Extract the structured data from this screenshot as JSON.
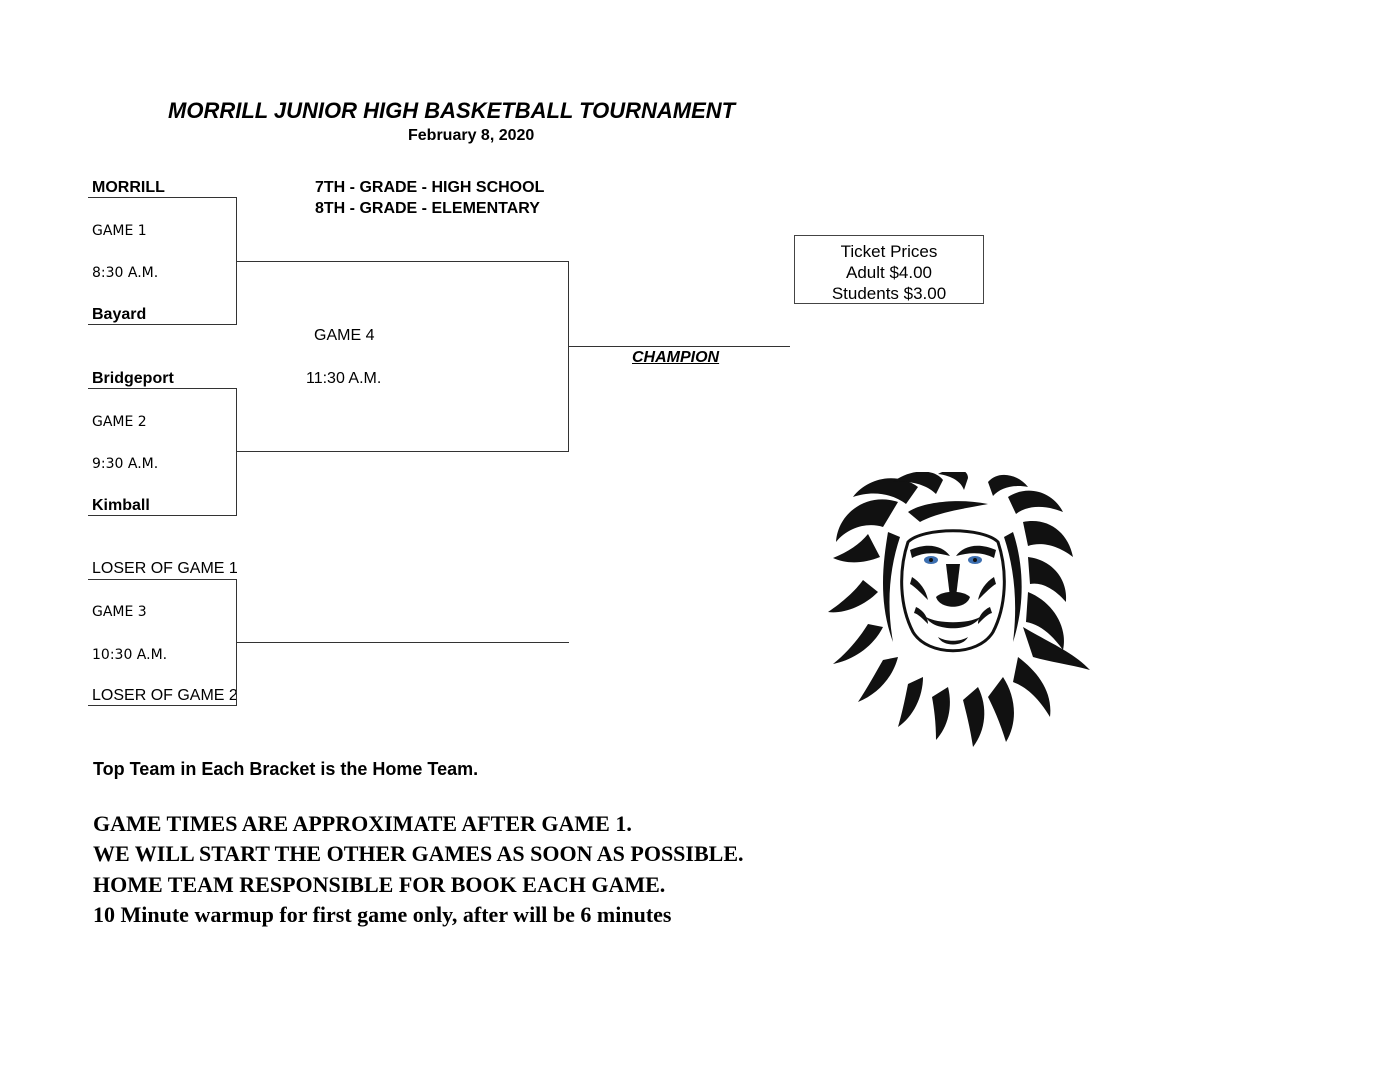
{
  "header": {
    "title": "MORRILL JUNIOR HIGH  BASKETBALL TOURNAMENT",
    "date": "February 8, 2020"
  },
  "legend": {
    "line1": "7TH - GRADE - HIGH SCHOOL",
    "line2": "8TH - GRADE - ELEMENTARY"
  },
  "bracket": {
    "game1": {
      "top_team": "MORRILL",
      "label": "GAME 1",
      "time": "8:30 A.M.",
      "bottom_team": "Bayard"
    },
    "game2": {
      "top_team": "Bridgeport",
      "label": "GAME 2",
      "time": "9:30 A.M.",
      "bottom_team": "Kimball"
    },
    "game3": {
      "top_team": "LOSER OF GAME 1",
      "label": "GAME 3",
      "time": "10:30 A.M.",
      "bottom_team": "LOSER OF GAME 2"
    },
    "game4": {
      "label": "GAME 4",
      "time": "11:30 A.M."
    },
    "champion": "CHAMPION"
  },
  "tickets": {
    "heading": "Ticket Prices",
    "adult": "Adult  $4.00",
    "students": "Students $3.00"
  },
  "notes": {
    "home_team": "Top Team in Each Bracket is the Home Team.",
    "rules": [
      "GAME TIMES ARE APPROXIMATE AFTER GAME 1.",
      "WE WILL START THE OTHER GAMES AS SOON AS POSSIBLE.",
      "HOME TEAM RESPONSIBLE FOR BOOK EACH GAME.",
      "10 Minute warmup for first game only, after will be 6 minutes"
    ]
  },
  "logo": {
    "icon": "lion-head-icon"
  }
}
